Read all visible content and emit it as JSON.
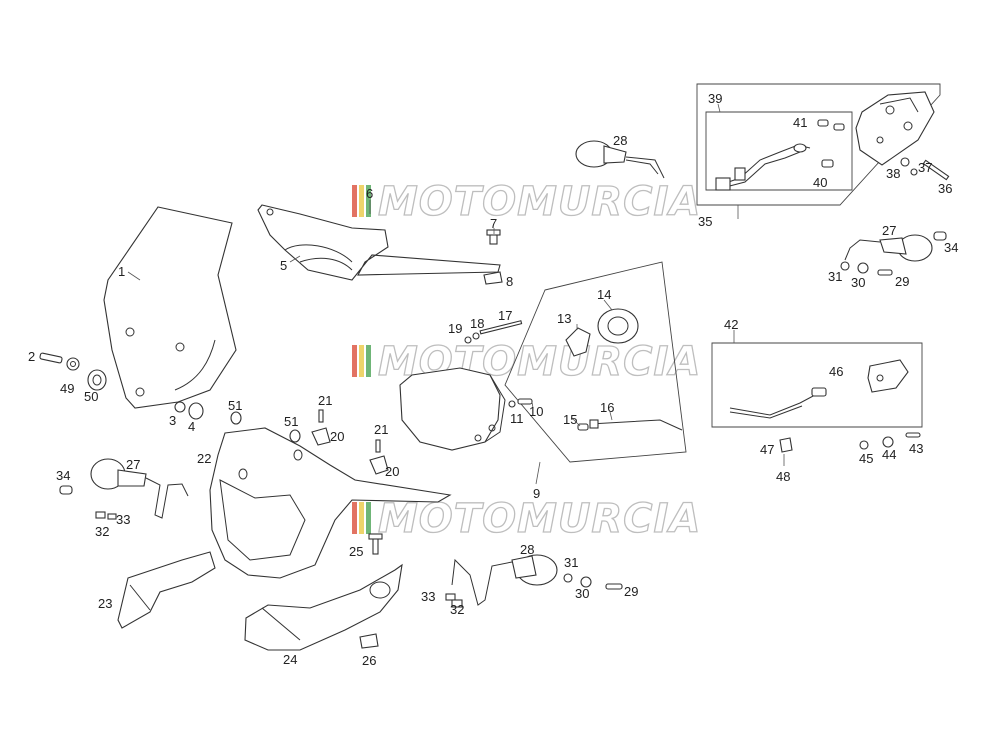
{
  "watermark": {
    "text": "MOTOMURCIA",
    "stripe_colors": [
      "#d8442f",
      "#e8c63a",
      "#3f9c4a"
    ]
  },
  "callouts": {
    "c1": "1",
    "c2": "2",
    "c3": "3",
    "c4": "4",
    "c5": "5",
    "c6": "6",
    "c7": "7",
    "c8": "8",
    "c9": "9",
    "c10": "10",
    "c11": "11",
    "c13": "13",
    "c14": "14",
    "c15": "15",
    "c16": "16",
    "c17": "17",
    "c18": "18",
    "c19": "19",
    "c20a": "20",
    "c20b": "20",
    "c21a": "21",
    "c21b": "21",
    "c22": "22",
    "c23": "23",
    "c24": "24",
    "c25": "25",
    "c26": "26",
    "c27a": "27",
    "c27b": "27",
    "c28a": "28",
    "c28b": "28",
    "c29a": "29",
    "c29b": "29",
    "c30a": "30",
    "c30b": "30",
    "c31a": "31",
    "c31b": "31",
    "c32a": "32",
    "c32b": "32",
    "c33a": "33",
    "c33b": "33",
    "c34a": "34",
    "c34b": "34",
    "c35": "35",
    "c36": "36",
    "c37": "37",
    "c38": "38",
    "c39": "39",
    "c40": "40",
    "c41": "41",
    "c42": "42",
    "c43": "43",
    "c44": "44",
    "c45": "45",
    "c46": "46",
    "c47": "47",
    "c48": "48",
    "c49": "49",
    "c50": "50",
    "c51a": "51",
    "c51b": "51"
  }
}
